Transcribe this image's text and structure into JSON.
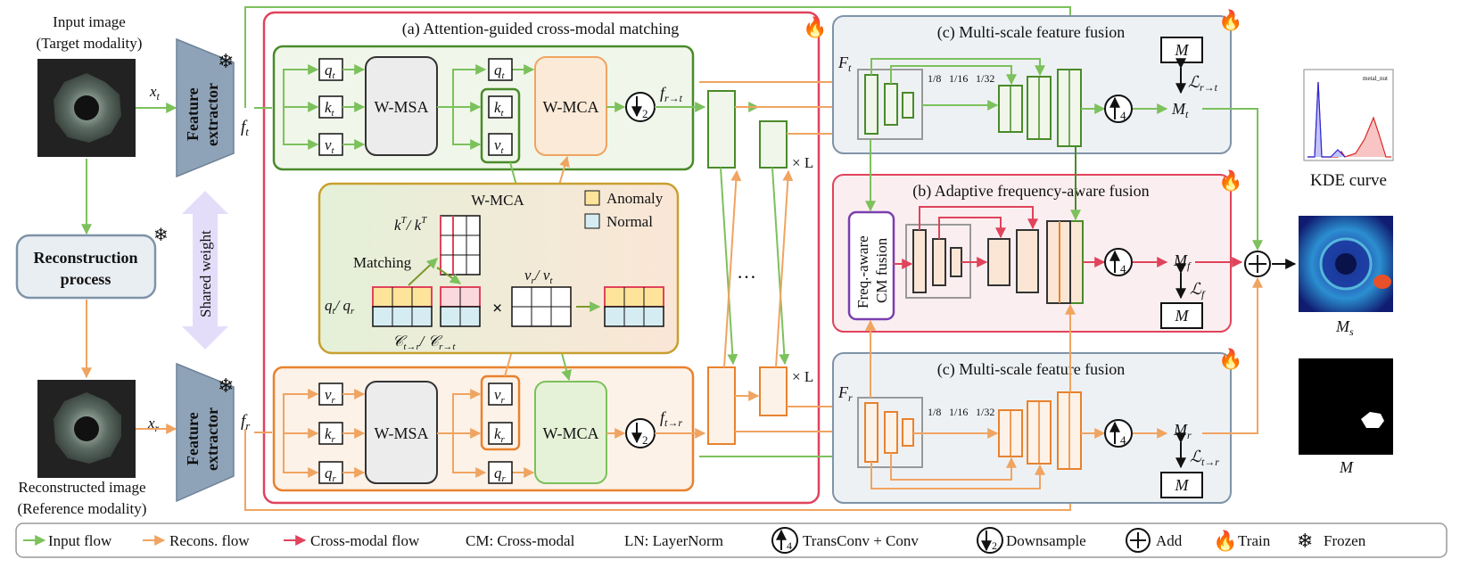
{
  "input": {
    "title_line1": "Input image",
    "title_line2": "(Target modality)",
    "x_label": "x",
    "x_sub": "t"
  },
  "reconstructed": {
    "title_line1": "Reconstructed image",
    "title_line2": "(Reference modality)",
    "x_label": "x",
    "x_sub": "r"
  },
  "feature_extractor": {
    "line1": "Feature",
    "line2": "extractor"
  },
  "f_t": {
    "main": "f",
    "sub": "t"
  },
  "f_r": {
    "main": "f",
    "sub": "r"
  },
  "reconstruction_process": {
    "line1": "Reconstruction",
    "line2": "process"
  },
  "shared_weight": "Shared weight",
  "panel_a": {
    "title": "(a) Attention-guided cross-modal matching",
    "wmsa": "W-MSA",
    "wmca": "W-MCA",
    "q": "q",
    "k": "k",
    "v": "v",
    "sub_t": "t",
    "sub_r": "r",
    "f_rt": "f",
    "f_rt_sub": "r→t",
    "f_tr": "f",
    "f_tr_sub": "t→r",
    "down": "2",
    "xl": "× L",
    "dots": "…"
  },
  "inset": {
    "title": "W-MCA",
    "anomaly": "Anomaly",
    "normal": "Normal",
    "kt_label": "k",
    "kt_sup": "T",
    "kt_rest": "/ k",
    "matching": "Matching",
    "qt_label": "q",
    "vr_label": "v",
    "times": "×",
    "c_label": "𝒞",
    "c_sub1": "t→r",
    "c_mid": "/ 𝒞",
    "c_sub2": "r→t",
    "colors": {
      "anomaly": "#fde49a",
      "normal": "#d6ecf3"
    }
  },
  "panel_c_top": {
    "title": "(c) Multi-scale feature fusion",
    "F": "F",
    "F_sub": "t",
    "frac": [
      "1/8",
      "1/16",
      "1/32"
    ],
    "up": "4",
    "M": "M",
    "M_sub": "t",
    "loss": "ℒ",
    "loss_sub": "r→t"
  },
  "panel_b": {
    "title": "(b) Adaptive frequency-aware fusion",
    "fcm_line1": "Freq.-aware",
    "fcm_line2": "CM fusion",
    "up": "4",
    "M": "M",
    "M_sub": "f",
    "loss": "ℒ",
    "loss_sub": "f"
  },
  "panel_c_bottom": {
    "title": "(c) Multi-scale feature fusion",
    "F": "F",
    "F_sub": "r",
    "frac": [
      "1/8",
      "1/16",
      "1/32"
    ],
    "up": "4",
    "M": "M",
    "M_sub": "r",
    "loss": "ℒ",
    "loss_sub": "t→r"
  },
  "right": {
    "kde": "KDE curve",
    "kde_tag": "metal_nut",
    "ms": "M",
    "ms_sub": "s",
    "m": "M"
  },
  "legend": {
    "input_flow": "Input flow",
    "recons_flow": "Recons. flow",
    "cross_flow": "Cross-modal flow",
    "cm": "CM: Cross-modal",
    "ln": "LN: LayerNorm",
    "transconv": "TransConv + Conv",
    "downsample": "Downsample",
    "add": "Add",
    "train": "Train",
    "frozen": "Frozen",
    "up_digit": "4",
    "down_digit": "2"
  },
  "colors": {
    "green": "#7cc15c",
    "orange": "#f0a461",
    "red": "#e0435b",
    "dark_green": "#4a8a2a",
    "dark_orange": "#e8822e",
    "purple": "#7a3fb0"
  }
}
